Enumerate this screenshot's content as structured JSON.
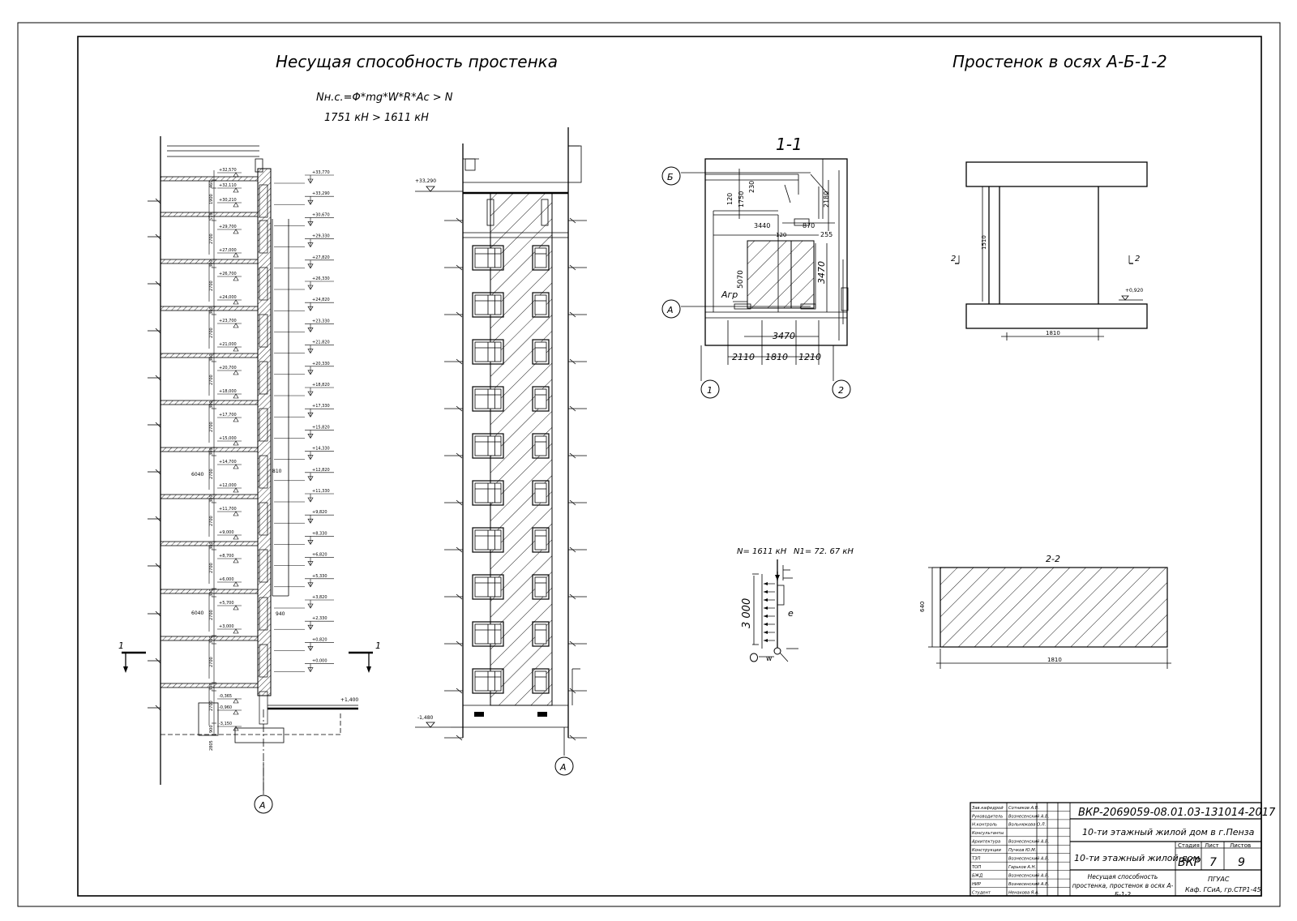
{
  "titles": {
    "left": "Несущая способность простенка",
    "right": "Простенок в осях А-Б-1-2"
  },
  "formula": {
    "line1": "Nн.с.=Φ*mg*W*R*Ac > N",
    "line2": "1751 кН > 1611 кН"
  },
  "section_marks": {
    "left": "1",
    "right": "1"
  },
  "axes": {
    "A": "А",
    "B": "Б",
    "one": "1",
    "two": "2"
  },
  "section_view": {
    "title": "1-1",
    "dims": {
      "d120a": "120",
      "d1750": "1750",
      "d230": "230",
      "d2180": "2180",
      "d3440": "3440",
      "d120b": "120",
      "d870": "870",
      "d255": "255",
      "d5070": "5070",
      "d3470v": "3470",
      "agr": "Агр",
      "d3470h": "3470",
      "d2110": "2110",
      "d1810": "1810",
      "d1210": "1210"
    }
  },
  "loads": {
    "n": "N= 1611 кН",
    "n1": "N1= 72. 67 кН",
    "height": "3 000",
    "e": "e",
    "w": "w"
  },
  "pier": {
    "height": "1510",
    "width": "1810",
    "section": "2",
    "mark": "+0,920"
  },
  "section22": {
    "title": "2-2",
    "height": "640",
    "width": "1810"
  },
  "elev_left_levels": [
    "+32,570",
    "+32,110",
    "+30,210",
    "+29,700",
    "+27,000",
    "+26,700",
    "+24,000",
    "+23,700",
    "+21,000",
    "+20,700",
    "+18,000",
    "+17,700",
    "+15,000",
    "+14,700",
    "+12,000",
    "+11,700",
    "+9,000",
    "+8,700",
    "+6,000",
    "+5,700",
    "+3,000",
    "-0,365",
    "-0,960",
    "-3,150"
  ],
  "elev_left_right_levels": [
    "+33,770",
    "+33,290",
    "+30,670",
    "+29,330",
    "+27,820",
    "+26,330",
    "+24,820",
    "+23,330",
    "+21,820",
    "+20,330",
    "+18,820",
    "+17,330",
    "+15,820",
    "+14,330",
    "+12,820",
    "+11,330",
    "+9,820",
    "+8,330",
    "+6,820",
    "+5,330",
    "+3,820",
    "+2,330",
    "+0,820",
    "+0,000"
  ],
  "elev_left_dims": [
    "460",
    "1900",
    "510",
    "2700",
    "300",
    "2700",
    "300",
    "2700",
    "300",
    "2700",
    "300",
    "2700",
    "300",
    "2700",
    "300",
    "2700",
    "300",
    "2700",
    "300",
    "2700",
    "300",
    "2700",
    "300",
    "2700",
    "900",
    "2805"
  ],
  "elev_left_misc": {
    "m6040a": "6040",
    "m6040b": "6040",
    "m810": "810",
    "m940": "940",
    "m1400": "+1,400"
  },
  "elev_mid": {
    "top": "+33,290",
    "bottom": "-1,480"
  },
  "title_block": {
    "code": "ВКР-2069059-08.01.03-131014-2017",
    "project": "10-ти этажный жилой дом в г.Пенза",
    "object": "10-ти этажный жилой дом",
    "sheet_title": "Несущая способность простенка, простенок в осях А-Б-1-2",
    "stage_h": "Стадия",
    "sheet_h": "Лист",
    "sheets_h": "Листов",
    "stage": "ВКР",
    "sheet": "7",
    "sheets": "9",
    "org1": "ПГУАС",
    "org2": "Каф. ГСиА, гр.СТР1-45",
    "roles": [
      {
        "role": "Зав.кафедрой",
        "name": "Сотников А.В."
      },
      {
        "role": "Руководитель",
        "name": "Вознесенский А.В."
      },
      {
        "role": "Н.контроль",
        "name": "Вольнюкова О.Л."
      },
      {
        "role": "Консультанты",
        "name": ""
      },
      {
        "role": "Архитектура",
        "name": "Вознесенский А.В."
      },
      {
        "role": "Конструкции",
        "name": "Пучков Ю.М."
      },
      {
        "role": "ТЗП",
        "name": "Вознесенский А.В."
      },
      {
        "role": "ТОП",
        "name": "Гарьков А.Н."
      },
      {
        "role": "БЖД",
        "name": "Вознесенский А.В."
      },
      {
        "role": "НИР",
        "name": "Вознесенский А.В."
      },
      {
        "role": "Студент",
        "name": "Ненахова Я.А."
      }
    ]
  }
}
